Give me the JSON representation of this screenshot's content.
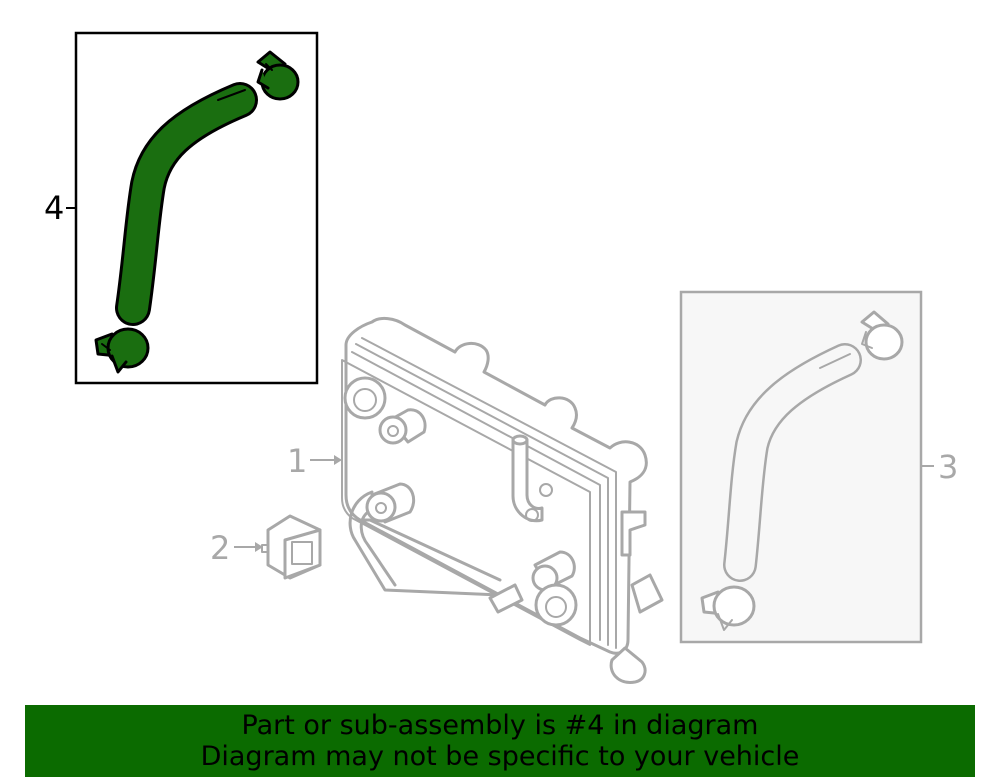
{
  "colors": {
    "highlight": "#1a6e10",
    "banner": "#0b6b00",
    "outline": "#a8a8a8",
    "box_fill": "#f7f7f7"
  },
  "callouts": {
    "item1": "1",
    "item2": "2",
    "item3": "3",
    "item4": "4"
  },
  "banner": {
    "line1": "Part or sub-assembly is #4 in diagram",
    "line2": "Diagram may not be specific to your vehicle"
  }
}
